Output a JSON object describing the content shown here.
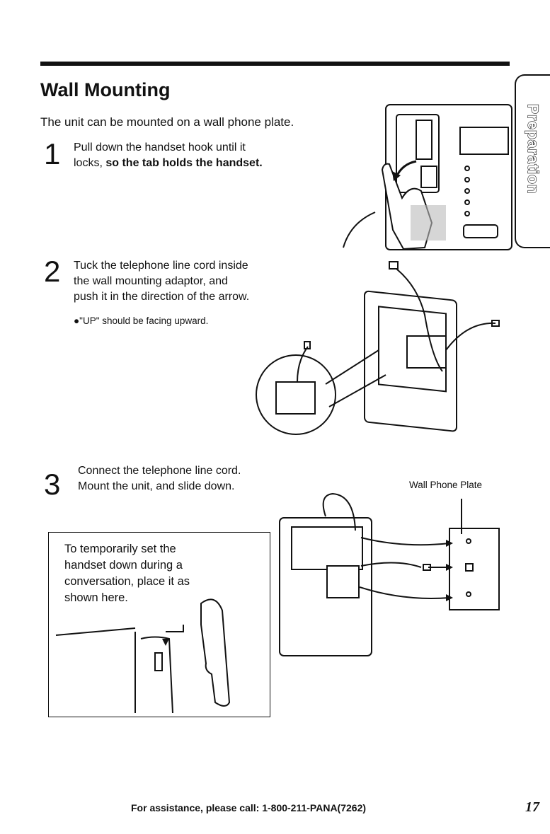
{
  "section": {
    "title": "Wall Mounting",
    "intro": "The unit can be mounted on a wall phone plate."
  },
  "side_tab": {
    "label": "Preparation"
  },
  "steps": [
    {
      "number": "1",
      "line1": "Pull down the handset hook until it",
      "line2_plain": "locks,",
      "line2_bold": "so the tab holds the handset."
    },
    {
      "number": "2",
      "line1": "Tuck the telephone line cord inside",
      "line2": "the wall mounting adaptor, and",
      "line3": "push it in the direction of the arrow.",
      "bullet": "●\"UP\" should be facing upward."
    },
    {
      "number": "3",
      "line1": "Connect the telephone line cord.",
      "line2": "Mount the unit, and slide down."
    }
  ],
  "tip": {
    "line1": "To temporarily set the",
    "line2": "handset down during a",
    "line3": "conversation, place it as",
    "line4": "shown here."
  },
  "wall_phone_plate_label": "Wall Phone Plate",
  "footer": {
    "assistance": "For assistance, please call: 1-800-211-PANA(7262)",
    "page_number": "17"
  }
}
